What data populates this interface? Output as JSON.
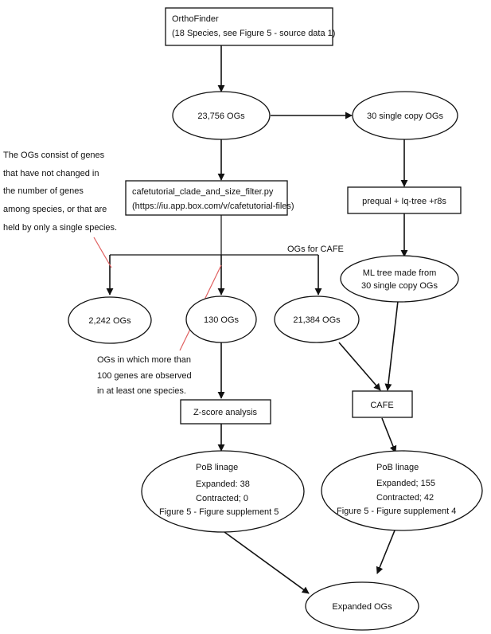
{
  "nodes": {
    "orthofinder": {
      "line1": "OrthoFinder",
      "line2": "(18 Species, see Figure 5 - source data 1)"
    },
    "ogs_total": {
      "label": "23,756 OGs"
    },
    "single_copy": {
      "label": "30 single copy OGs"
    },
    "filter_script": {
      "line1": "cafetutorial_clade_and_size_filter.py",
      "line2": "(https://iu.app.box.com/v/cafetutorial-files)"
    },
    "prequal": {
      "label": "prequal + Iq-tree +r8s"
    },
    "ml_tree": {
      "line1": "ML tree  made from",
      "line2": "30 single copy OGs"
    },
    "ogs_2242": {
      "label": "2,242 OGs"
    },
    "ogs_130": {
      "label": "130 OGs"
    },
    "ogs_21384": {
      "label": "21,384 OGs"
    },
    "zscore": {
      "label": "Z-score analysis"
    },
    "cafe": {
      "label": "CAFE"
    },
    "pob_left": {
      "line1": "PoB linage",
      "line2": "Expanded: 38",
      "line3": "Contracted; 0",
      "line4": "Figure 5 - Figure supplement 5"
    },
    "pob_right": {
      "line1": "PoB linage",
      "line2": "Expanded; 155",
      "line3": "Contracted; 42",
      "line4": "Figure 5 - Figure supplement 4"
    },
    "expanded_ogs": {
      "label": "Expanded OGs"
    }
  },
  "labels": {
    "ogs_for_cafe": "OGs for CAFE"
  },
  "annotations": {
    "unchanged": {
      "line1": "The OGs consist of genes",
      "line2": "that have not changed in",
      "line3": "the number of genes",
      "line4": "among species, or that are",
      "line5": "held by only a single species."
    },
    "over100": {
      "line1": "OGs in which more than",
      "line2": "100 genes are observed",
      "line3": "in at least one species."
    }
  },
  "colors": {
    "stroke": "#111111",
    "annotation_line": "#e06060"
  }
}
